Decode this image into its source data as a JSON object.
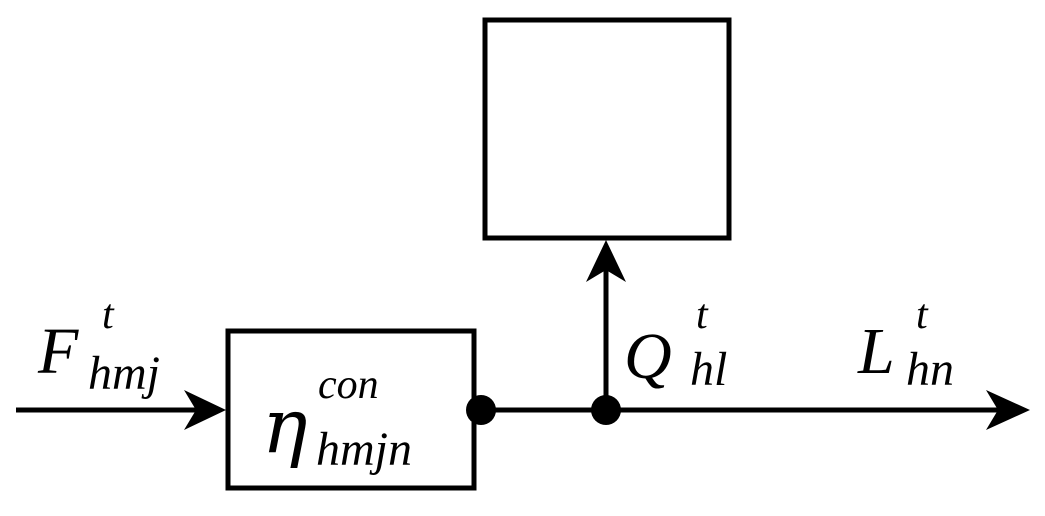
{
  "diagram": {
    "input_label": {
      "main": "F",
      "sup": "t",
      "sub": "hmj"
    },
    "converter_label": {
      "main": "η",
      "sup": "con",
      "sub": "hmjn"
    },
    "branch_label": {
      "main": "Q",
      "sup": "t",
      "sub": "hl"
    },
    "output_label": {
      "main": "L",
      "sup": "t",
      "sub": "hn"
    }
  },
  "colors": {
    "stroke": "#000000",
    "background": "#ffffff"
  }
}
